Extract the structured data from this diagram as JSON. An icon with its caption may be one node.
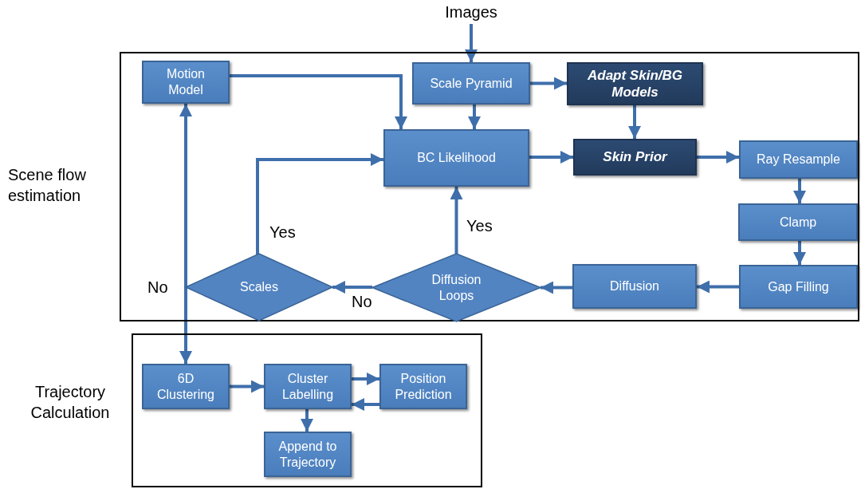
{
  "diagram": {
    "nodes": [
      {
        "text": [],
        "shape": "box",
        "beside": [
          "Scene flow estimation"
        ]
      },
      {
        "text": [],
        "shape": "box",
        "beside": [
          "Trajectory Calculation"
        ]
      },
      {
        "text": [
          "Images"
        ]
      },
      {
        "text": [
          "Motion Model"
        ],
        "in": 0
      },
      {
        "text": [
          "Scale Pyramid"
        ],
        "in": 0
      },
      {
        "text": [
          "Adapt Skin/BG Models"
        ],
        "in": 0
      },
      {
        "text": [
          "BC Likelihood"
        ],
        "in": 0
      },
      {
        "text": [
          "Skin Prior"
        ],
        "in": 0
      },
      {
        "text": [
          "Ray Resample"
        ],
        "in": 0
      },
      {
        "text": [
          "Clamp"
        ],
        "in": 0
      },
      {
        "text": [
          "Scales"
        ],
        "in": 0
      },
      {
        "text": [
          "Diffusion Loops"
        ],
        "in": 0
      },
      {
        "text": [
          "Diffusion"
        ],
        "in": 0
      },
      {
        "text": [
          "Gap Filling"
        ],
        "in": 0
      },
      {
        "text": [
          "6D Clustering"
        ],
        "in": 1
      },
      {
        "text": [
          "Cluster Labelling"
        ],
        "in": 1
      },
      {
        "text": [
          "Position Prediction"
        ],
        "in": 1
      },
      {
        "text": [
          "Append to Trajectory"
        ],
        "in": 1
      }
    ],
    "edges": [
      {
        "from": 2,
        "to": 4,
        "arrow": "to"
      },
      {
        "from": 3,
        "to": 6,
        "arrow": "to"
      },
      {
        "from": 4,
        "to": 6,
        "arrow": "to"
      },
      {
        "from": 4,
        "to": 5,
        "arrow": "to"
      },
      {
        "from": 5,
        "to": 7,
        "arrow": "to"
      },
      {
        "from": 6,
        "to": 7,
        "arrow": "to"
      },
      {
        "from": 7,
        "to": 8,
        "arrow": "to"
      },
      {
        "from": 8,
        "to": 9,
        "arrow": "to"
      },
      {
        "from": 9,
        "to": 13,
        "arrow": "to"
      },
      {
        "from": 13,
        "to": 12,
        "arrow": "to"
      },
      {
        "from": 12,
        "to": 11,
        "arrow": "to"
      },
      {
        "from": 11,
        "to": 6,
        "arrow": "to",
        "label": "Yes"
      },
      {
        "from": 11,
        "to": 10,
        "arrow": "to",
        "label": "No"
      },
      {
        "from": 10,
        "to": 6,
        "arrow": "to",
        "label": "Yes"
      },
      {
        "from": 10,
        "to": 3,
        "arrow": "to",
        "label": "No"
      },
      {
        "from": 10,
        "to": 14,
        "arrow": "to"
      },
      {
        "from": 14,
        "to": 15,
        "arrow": "to"
      },
      {
        "from": 15,
        "to": 16,
        "arrow": "to"
      },
      {
        "from": 16,
        "to": 15,
        "arrow": "to"
      },
      {
        "from": 15,
        "to": 17,
        "arrow": "to"
      }
    ]
  }
}
